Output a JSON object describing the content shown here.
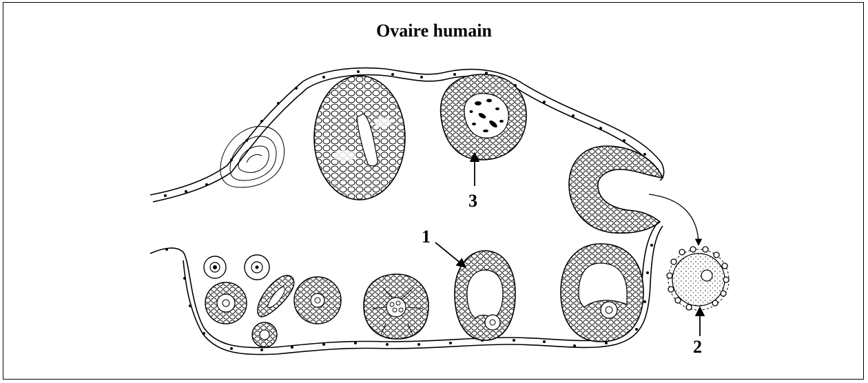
{
  "title": "Ovaire humain",
  "labels": {
    "one": "1",
    "two": "2",
    "three": "3"
  },
  "colors": {
    "ink": "#000000",
    "paper": "#ffffff"
  }
}
